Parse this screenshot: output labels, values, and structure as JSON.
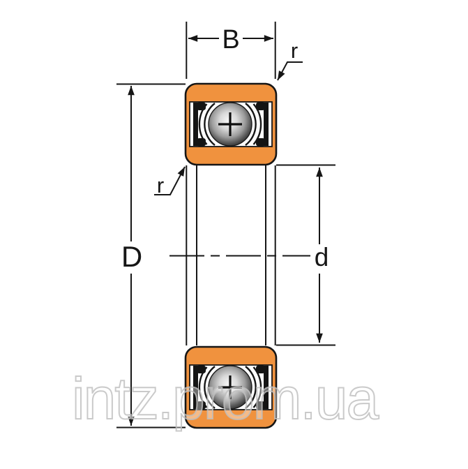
{
  "labels": {
    "width": "B",
    "outer_diameter": "D",
    "bore_diameter": "d",
    "corner_radius_top": "r",
    "corner_radius_bottom": "r"
  },
  "watermark": {
    "text": "intz.prom.ua"
  },
  "colors": {
    "ring_orange": "#F0923E",
    "line_black": "#161616",
    "ball_highlight": "#F2F2F2",
    "ball_rim": "#2B2B2B",
    "watermark_gray": "#BEBEBE",
    "background": "#FFFFFF"
  }
}
